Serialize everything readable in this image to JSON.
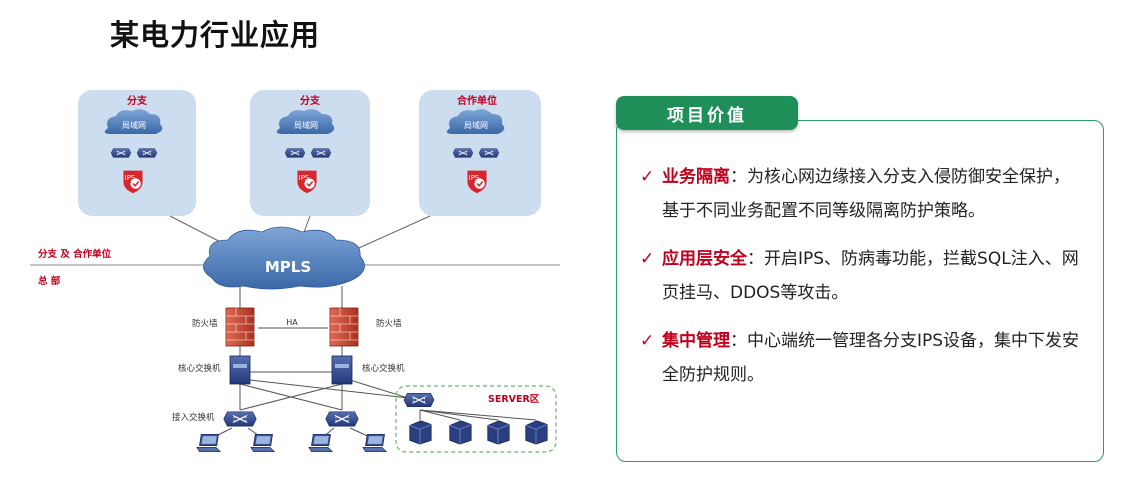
{
  "title": "某电力行业应用",
  "diagram": {
    "top_boxes": [
      {
        "label": "分支",
        "cloud": "局域网",
        "badge": "IPS"
      },
      {
        "label": "分支",
        "cloud": "局域网",
        "badge": "IPS"
      },
      {
        "label": "合作单位",
        "cloud": "局域网",
        "badge": "IPS"
      }
    ],
    "branch_label": "分支 及 合作单位",
    "hq_label": "总 部",
    "mpls": "MPLS",
    "firewall_left": "防火墙",
    "firewall_right": "防火墙",
    "ha": "HA",
    "core_left": "核心交换机",
    "core_right": "核心交换机",
    "access": "接入交换机",
    "server_zone": "SERVER区"
  },
  "panel": {
    "tab": "项目价值",
    "items": [
      {
        "keyword": "业务隔离",
        "text": "：为核心网边缘接入分支入侵防御安全保护，基于不同业务配置不同等级隔离防护策略。"
      },
      {
        "keyword": "应用层安全",
        "text": "：开启IPS、防病毒功能，拦截SQL注入、网页挂马、DDOS等攻击。"
      },
      {
        "keyword": "集中管理",
        "text": "：中心端统一管理各分支IPS设备，集中下发安全防护规则。"
      }
    ]
  },
  "colors": {
    "accent_red": "#c0001c",
    "accent_green": "#1f8f5a",
    "box_fill": "#cdddf0"
  }
}
